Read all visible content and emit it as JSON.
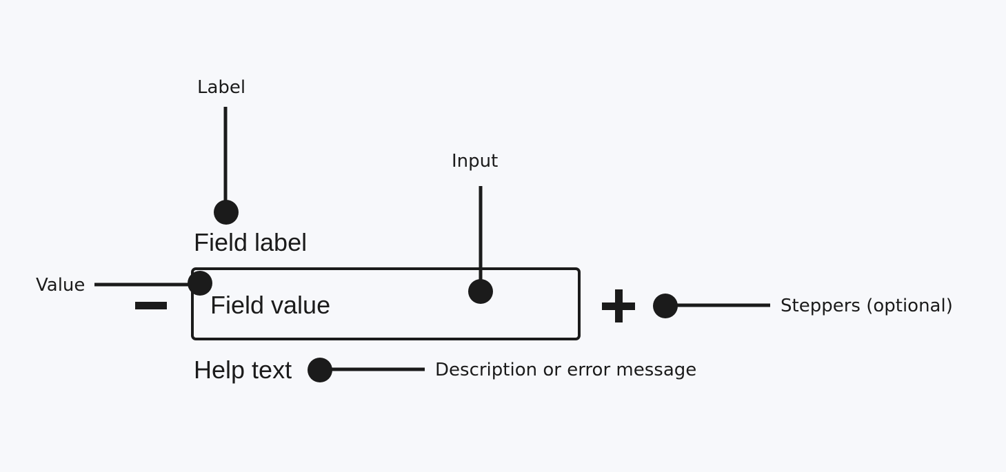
{
  "annotations": {
    "label": "Label",
    "input": "Input",
    "value": "Value",
    "steppers": "Steppers (optional)",
    "description": "Description or error message"
  },
  "field": {
    "label": "Field label",
    "value": "Field value",
    "help_text": "Help text"
  },
  "steppers": {
    "decrement_icon": "minus-icon",
    "increment_icon": "plus-icon"
  },
  "colors": {
    "background": "#f7f8fb",
    "ink": "#1b1b1b"
  }
}
